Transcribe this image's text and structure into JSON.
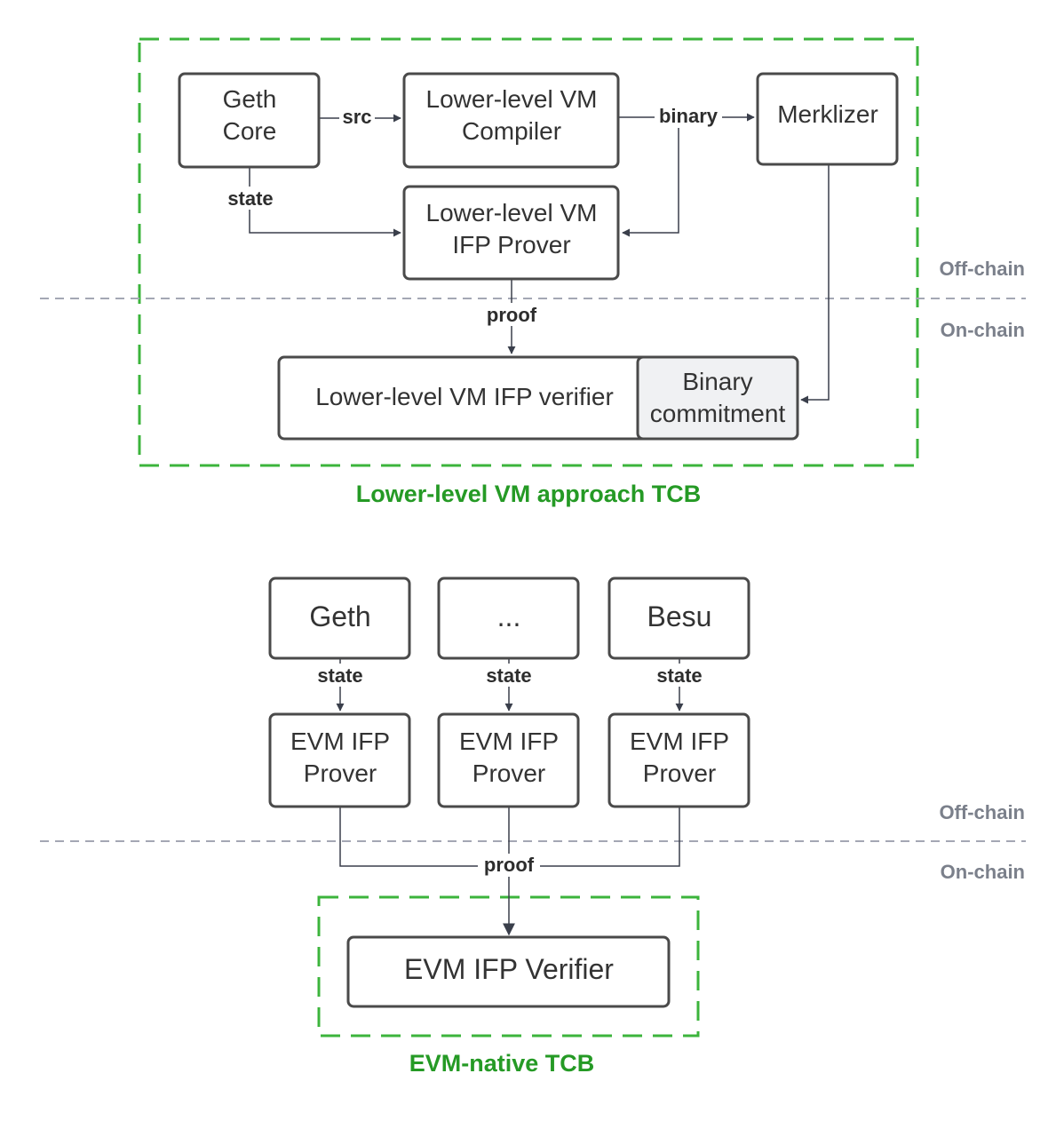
{
  "top_section": {
    "geth_core": [
      "Geth",
      "Core"
    ],
    "compiler": [
      "Lower-level VM",
      "Compiler"
    ],
    "merklizer": "Merklizer",
    "prover": [
      "Lower-level VM",
      "IFP Prover"
    ],
    "verifier": "Lower-level VM IFP verifier",
    "binary_commitment": [
      "Binary",
      "commitment"
    ],
    "edge_src": "src",
    "edge_binary": "binary",
    "edge_state": "state",
    "edge_proof": "proof",
    "off_chain": "Off-chain",
    "on_chain": "On-chain",
    "tcb_label": "Lower-level VM approach TCB"
  },
  "bottom_section": {
    "clients": [
      "Geth",
      "...",
      "Besu"
    ],
    "edge_state": "state",
    "prover": [
      "EVM IFP",
      "Prover"
    ],
    "edge_proof": "proof",
    "verifier": "EVM IFP Verifier",
    "off_chain": "Off-chain",
    "on_chain": "On-chain",
    "tcb_label": "EVM-native TCB"
  },
  "colors": {
    "tcb_border": "#3cb43c",
    "tcb_label": "#259a25",
    "zone_label": "#7b808b",
    "divider": "#a4a7b4",
    "box_border": "#4a4a4a",
    "commitment_fill": "#f0f1f3"
  }
}
